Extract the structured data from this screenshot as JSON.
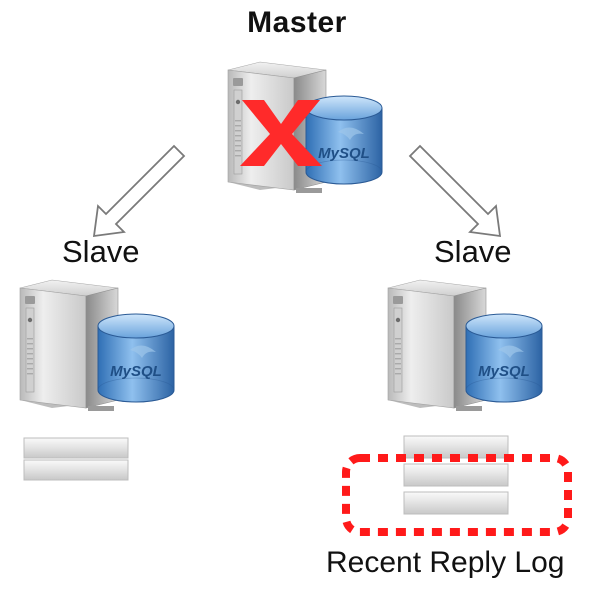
{
  "master": {
    "title": "Master",
    "status": "failed",
    "db_logo": "MySQL"
  },
  "slaves": [
    {
      "label": "Slave",
      "db_logo": "MySQL",
      "log_entries": 2
    },
    {
      "label": "Slave",
      "db_logo": "MySQL",
      "log_entries": 3,
      "highlighted_note": "Recent Reply Log"
    }
  ],
  "colors": {
    "fail_mark": "#ff2a2a",
    "highlight_border": "#ff1a1a",
    "db_blue": "#3f7fc0"
  }
}
